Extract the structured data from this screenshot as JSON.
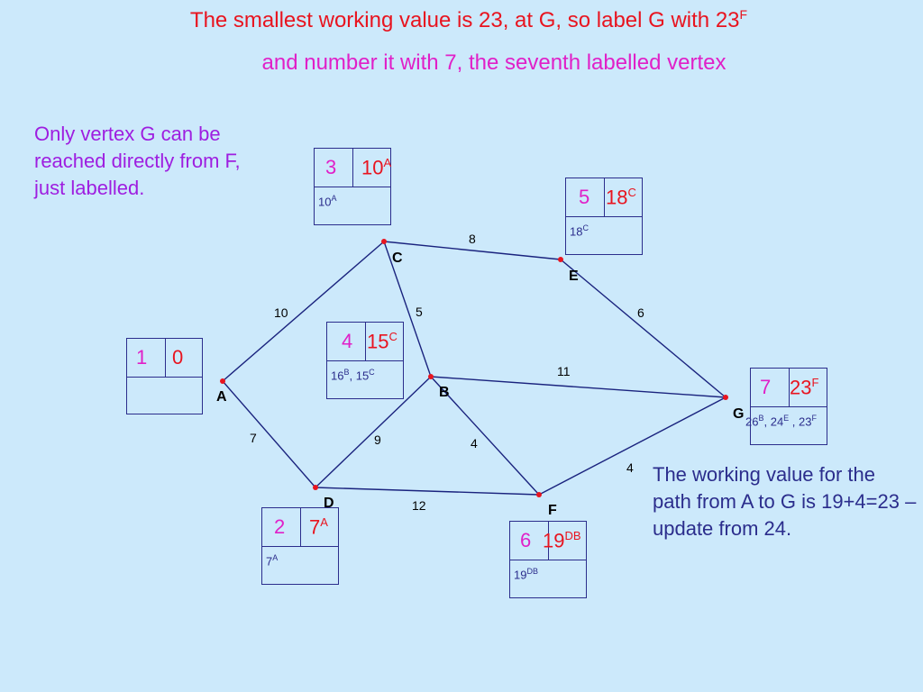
{
  "title": {
    "line1": "The smallest working value is 23, at G, so label G with 23",
    "line1_sup": "F",
    "line2": "and number it with 7, the seventh labelled vertex"
  },
  "notes": {
    "left": "Only vertex G can be reached directly from F, just labelled.",
    "right": "The working value for the path from A to G is 19+4=23 –update from 24."
  },
  "vertices": {
    "A": "A",
    "B": "B",
    "C": "C",
    "D": "D",
    "E": "E",
    "F": "F",
    "G": "G"
  },
  "edge_weights": {
    "AC": "10",
    "AD": "7",
    "CE": "8",
    "CB": "5",
    "EG": "6",
    "BG": "11",
    "BD": "9",
    "BF": "4",
    "DF": "12",
    "FG": "4"
  },
  "boxes": {
    "A": {
      "order": "1",
      "final": "0",
      "final_sup": "",
      "work": ""
    },
    "C": {
      "order": "3",
      "final": "10",
      "final_sup": "A",
      "work": "10",
      "work_sup": "A"
    },
    "E": {
      "order": "5",
      "final": "18",
      "final_sup": "C",
      "work": "18",
      "work_sup": "C"
    },
    "B": {
      "order": "4",
      "final": "15",
      "final_sup": "C",
      "work_a": "16",
      "work_a_sup": "B",
      "work_b": ", 15",
      "work_b_sup": "C"
    },
    "D": {
      "order": "2",
      "final": "7",
      "final_sup": "A",
      "work": "7",
      "work_sup": "A"
    },
    "F": {
      "order": "6",
      "final": "19",
      "final_sup": "DB",
      "work": "19",
      "work_sup": "DB"
    },
    "G": {
      "order": "7",
      "final": "23",
      "final_sup": "F",
      "work_a": "26",
      "work_a_sup": "B",
      "work_b": ", 24",
      "work_b_sup": "E",
      "work_c": " , 23",
      "work_c_sup": "F"
    }
  },
  "colors": {
    "background": "#cce9fb",
    "edge": "#1a237e",
    "vertex_dot": "#e8141f",
    "title_red": "#e8141f",
    "title_magenta": "#e020c8",
    "note_purple": "#9e1ee0",
    "note_navy": "#2b2d8c"
  }
}
